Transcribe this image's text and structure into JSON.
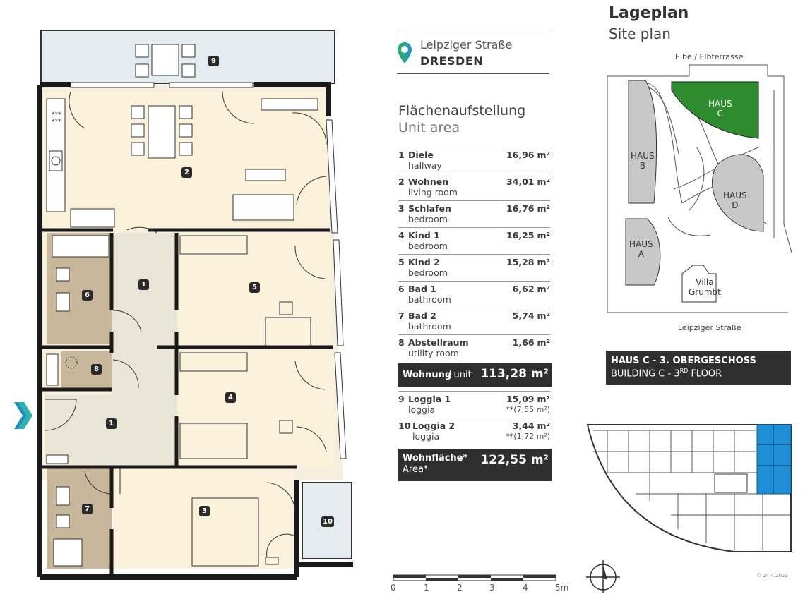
{
  "address": {
    "street": "Leipziger Straße",
    "city": "DRESDEN"
  },
  "unit_area": {
    "title": "Flächenaufstellung",
    "subtitle": "Unit area",
    "rooms": [
      {
        "num": "1",
        "name": "Diele",
        "en": "hallway",
        "value": "16,96",
        "unit": "m²"
      },
      {
        "num": "2",
        "name": "Wohnen",
        "en": "living room",
        "value": "34,01",
        "unit": "m²"
      },
      {
        "num": "3",
        "name": "Schlafen",
        "en": "bedroom",
        "value": "16,76",
        "unit": "m²"
      },
      {
        "num": "4",
        "name": "Kind 1",
        "en": "bedroom",
        "value": "16,25",
        "unit": "m²"
      },
      {
        "num": "5",
        "name": "Kind 2",
        "en": "bedroom",
        "value": "15,28",
        "unit": "m²"
      },
      {
        "num": "6",
        "name": "Bad 1",
        "en": "bathroom",
        "value": "6,62",
        "unit": "m²"
      },
      {
        "num": "7",
        "name": "Bad 2",
        "en": "bathroom",
        "value": "5,74",
        "unit": "m²"
      },
      {
        "num": "8",
        "name": "Abstellraum",
        "en": "utility room",
        "value": "1,66",
        "unit": "m²"
      }
    ],
    "unit_total": {
      "label": "Wohnung",
      "label_en": " / unit",
      "value": "113,28 m²"
    },
    "loggias": [
      {
        "num": "9",
        "name": "Loggia 1",
        "en": "loggia",
        "value": "15,09",
        "unit": "m²",
        "sub": "**(7,55 m²)"
      },
      {
        "num": "10",
        "name": "Loggia 2",
        "en": "loggia",
        "value": "3,44",
        "unit": "m²",
        "sub": "**(1,72 m²)"
      }
    ],
    "living_area": {
      "label": "Wohnfläche*",
      "label_en": "Area*",
      "value": "122,55 m²"
    }
  },
  "scale": {
    "labels": [
      "0",
      "1",
      "2",
      "3",
      "4",
      "5m"
    ]
  },
  "site_plan": {
    "title": "Lageplan",
    "subtitle": "Site plan",
    "label_top": "Elbe / Elbterrasse",
    "label_bottom": "Leipziger Straße",
    "houses": [
      {
        "line1": "HAUS",
        "line2": "A"
      },
      {
        "line1": "HAUS",
        "line2": "B"
      },
      {
        "line1": "HAUS",
        "line2": "C"
      },
      {
        "line1": "HAUS",
        "line2": "D"
      }
    ],
    "villa_line1": "Villa",
    "villa_line2": "Grumbt",
    "highlight_color": "#2e8b2e"
  },
  "building": {
    "line1": "HAUS C - 3. OBERGESCHOSS",
    "line2a": "BUILDING C - 3",
    "line2_sup": "RD",
    "line2b": " FLOOR"
  },
  "keyplan_highlight_color": "#1e90d8",
  "date": "© 24.4.2023",
  "floor_room_labels": [
    "1",
    "1",
    "2",
    "3",
    "4",
    "5",
    "6",
    "7",
    "8",
    "9",
    "10"
  ]
}
